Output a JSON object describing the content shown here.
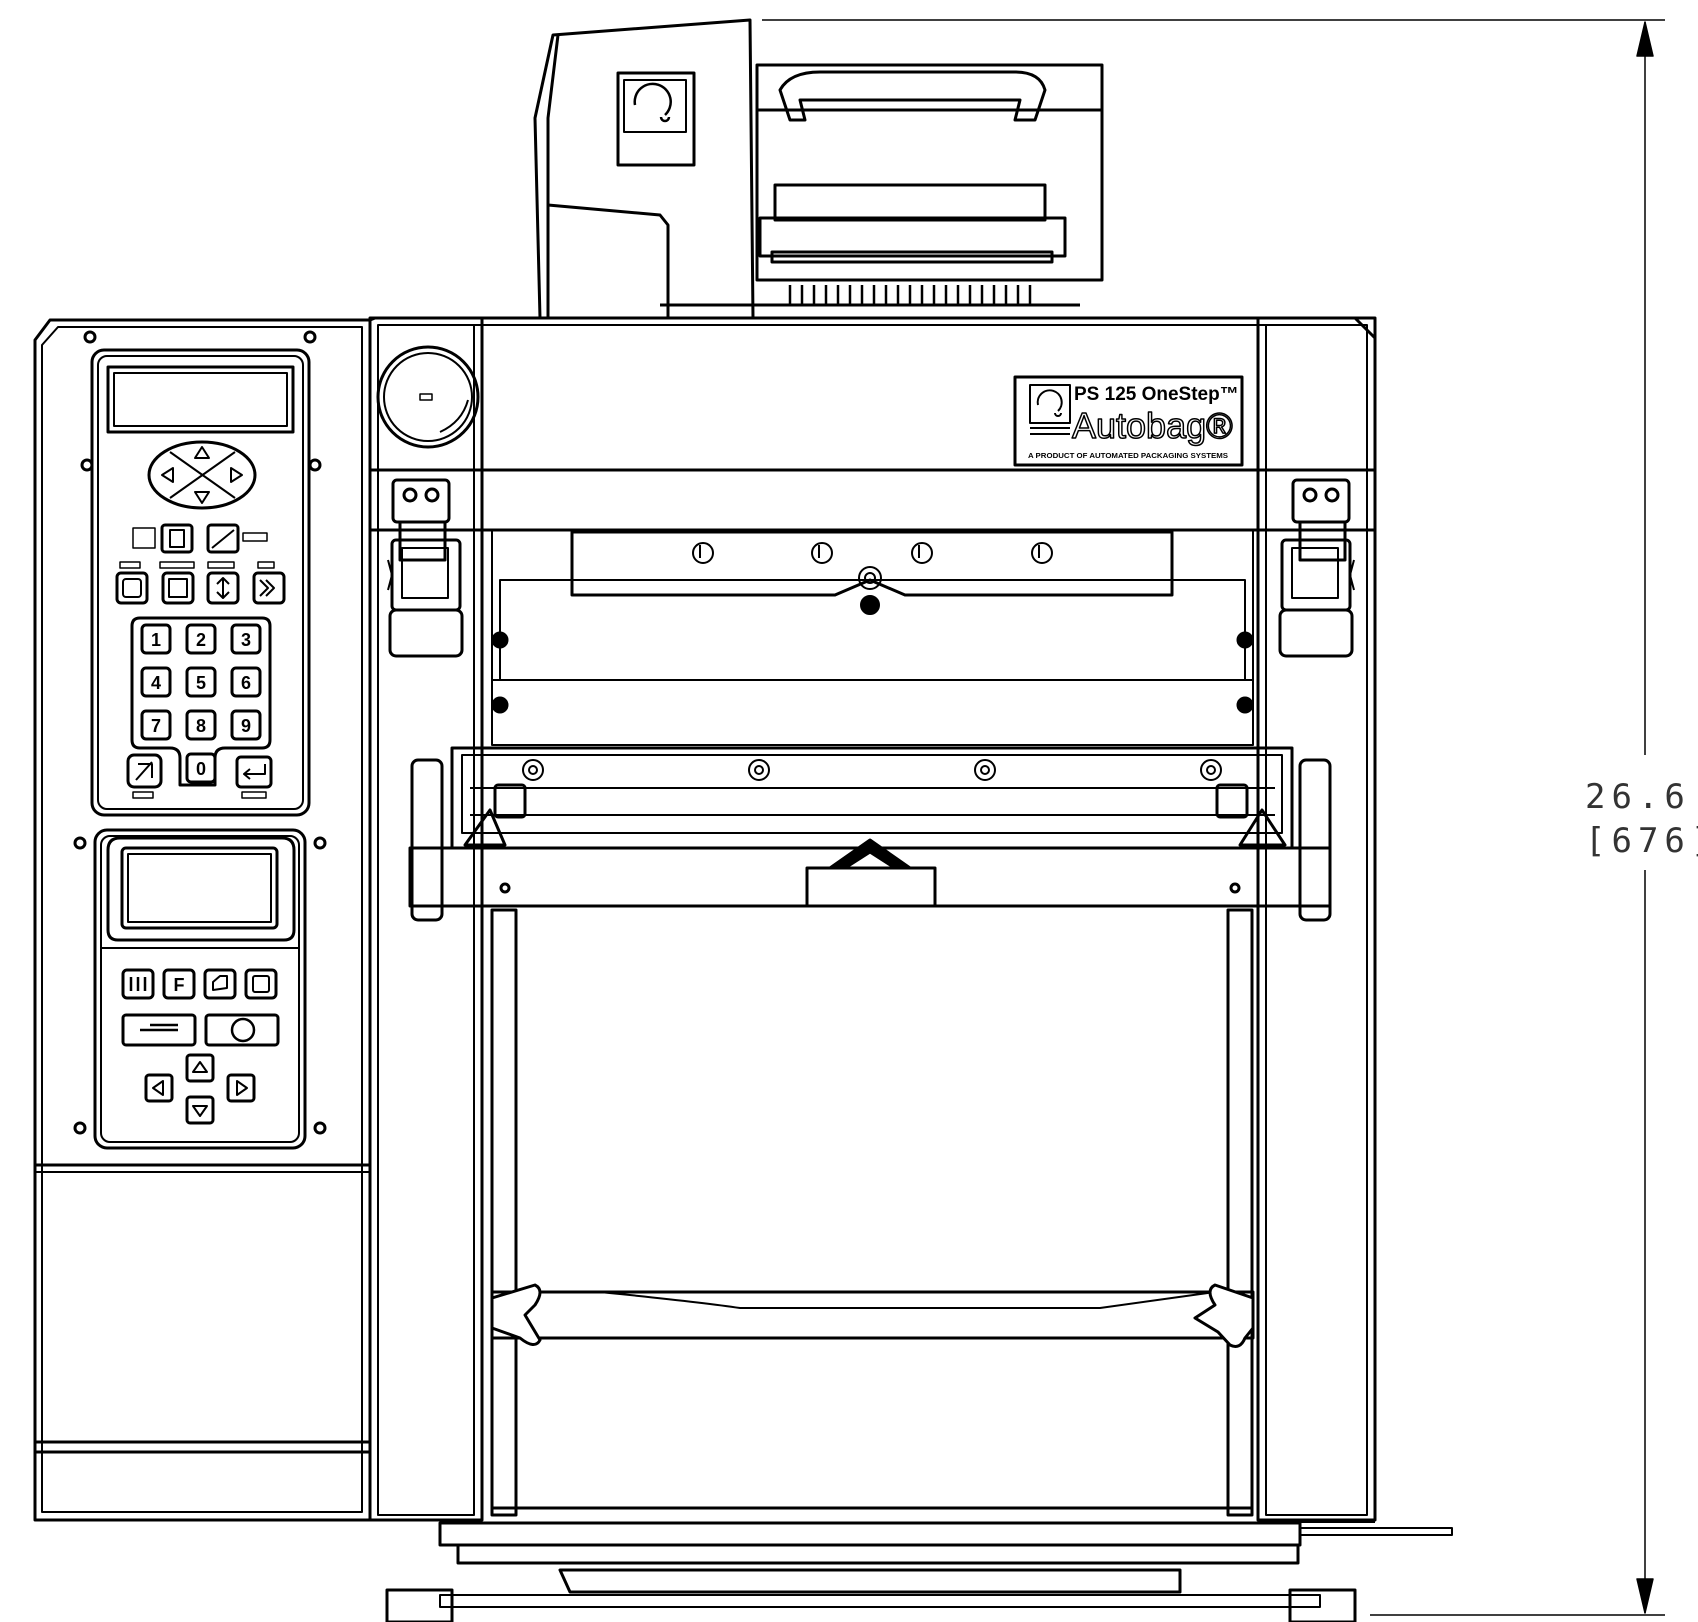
{
  "dimension": {
    "value_in": "26.6",
    "value_mm": "[676]"
  },
  "nameplate": {
    "model": "PS 125 OneStep™",
    "brand": "Autobag®",
    "tagline": "A PRODUCT OF AUTOMATED PACKAGING SYSTEMS"
  },
  "control_panel": {
    "keypad_keys": [
      "1",
      "2",
      "3",
      "4",
      "5",
      "6",
      "7",
      "8",
      "9",
      "0"
    ],
    "function_key": "F"
  },
  "colors": {
    "line": "#000000",
    "dimension": "#333333",
    "background": "#ffffff"
  }
}
